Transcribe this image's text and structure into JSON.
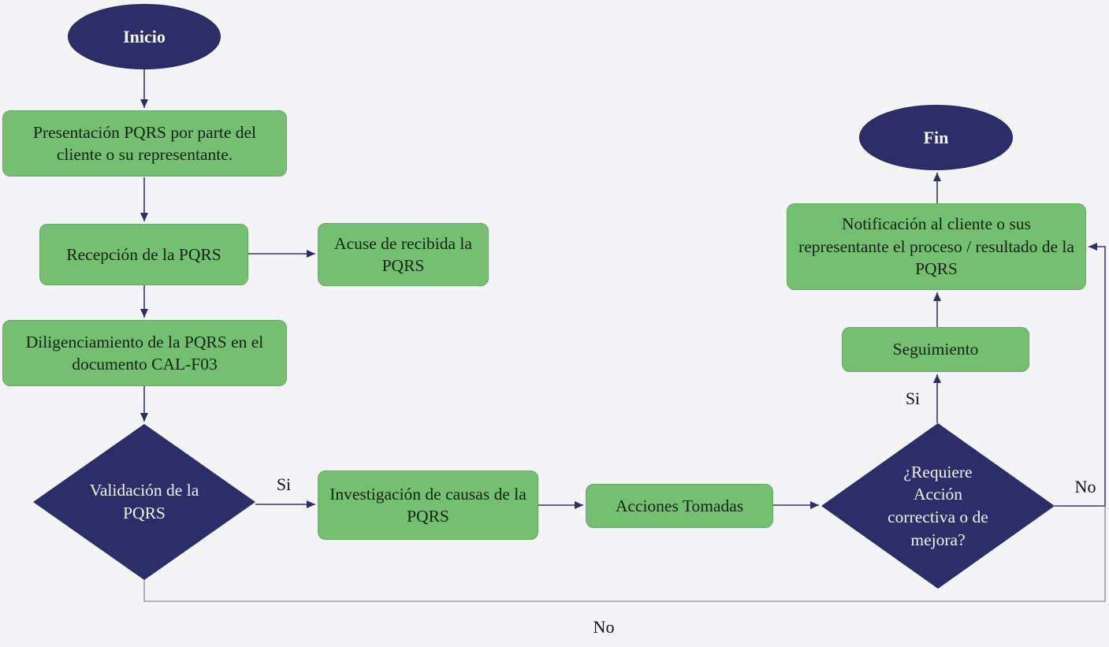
{
  "nodes": {
    "inicio": {
      "label": "Inicio",
      "type": "terminator"
    },
    "presentacion": {
      "label": "Presentación PQRS por parte del cliente o su representante.",
      "type": "process"
    },
    "recepcion": {
      "label": "Recepción de la PQRS",
      "type": "process"
    },
    "acuse": {
      "label": "Acuse de recibida la PQRS",
      "type": "process"
    },
    "diligenciamiento": {
      "label": "Diligenciamiento de la PQRS en el documento CAL-F03",
      "type": "process"
    },
    "validacion": {
      "label": "Validación de la PQRS",
      "type": "decision"
    },
    "investigacion": {
      "label": "Investigación de causas de la PQRS",
      "type": "process"
    },
    "acciones": {
      "label": "Acciones Tomadas",
      "type": "process"
    },
    "requiere": {
      "label": "¿Requiere Acción correctiva o de mejora?",
      "type": "decision"
    },
    "seguimiento": {
      "label": "Seguimiento",
      "type": "process"
    },
    "notificacion": {
      "label": "Notificación al cliente o sus representante el proceso / resultado de la PQRS",
      "type": "process"
    },
    "fin": {
      "label": "Fin",
      "type": "terminator"
    }
  },
  "edge_labels": {
    "validacion_si": "Si",
    "validacion_no": "No",
    "requiere_si": "Si",
    "requiere_no": "No"
  },
  "colors": {
    "background": "#f4f4f6",
    "shape_navy": "#2c2e6a",
    "process_green_fill": "#74bf71",
    "process_green_border": "#63ac62",
    "connector_navy": "#35376e",
    "connector_gray": "#9c9cb4",
    "process_text": "#122112",
    "shape_text": "#f2f2f4",
    "label_text": "#101014"
  }
}
